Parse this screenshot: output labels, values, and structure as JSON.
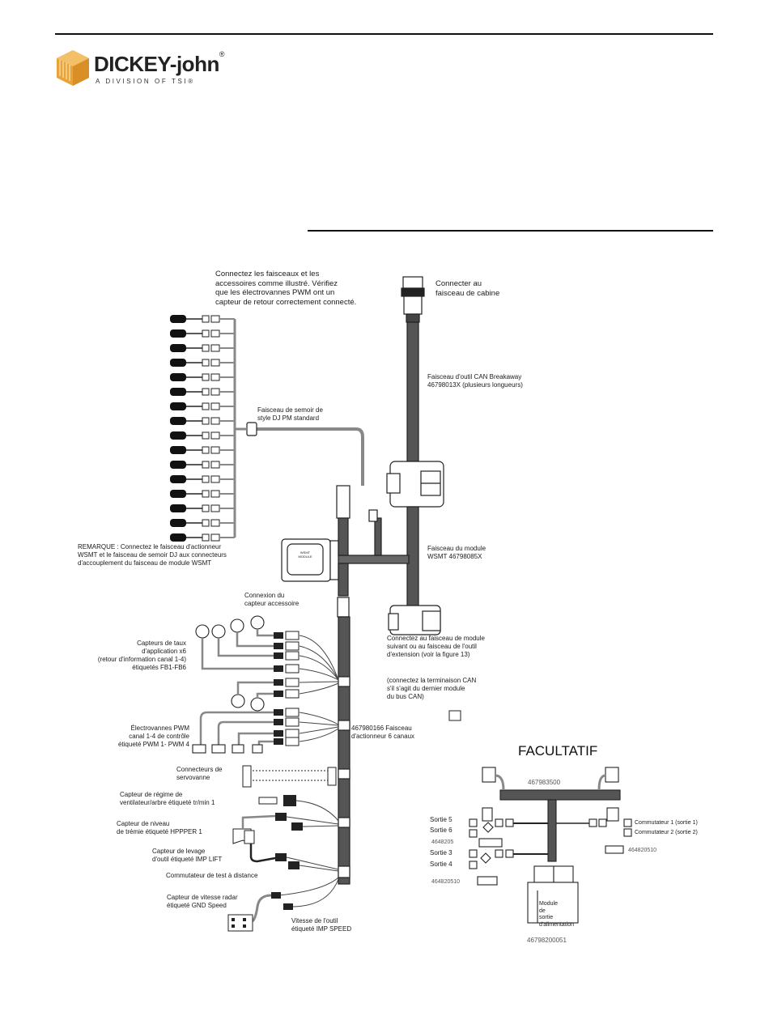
{
  "header": {
    "brand": "DICKEY-john",
    "registered_mark": "®",
    "tagline": "A DIVISION OF TSI®"
  },
  "diagram": {
    "labels": {
      "connect_note": "Connectez les faisceaux et les\naccessoires comme illustré. Vérifiez\nque les électrovannes PWM ont un\ncapteur de retour correctement connecté.",
      "cab_connect": "Connecter au\nfaisceau de cabine",
      "can_breakaway": "Faisceau d'outil CAN Breakaway\n46798013X (plusieurs longueurs)",
      "seed_harness": "Faisceau de semoir de\nstyle DJ PM standard",
      "remark": "REMARQUE : Connectez le faisceau d'actionneur\nWSMT et le faisceau de semoir DJ aux connecteurs\nd'accouplement du faisceau de module WSMT",
      "wsmt_module_harness": "Faisceau du module\nWSMT 46798085X",
      "accessory_sensor": "Connexion du\ncapteur accessoire",
      "next_module": "Connectez au faisceau de module\nsuivant ou au faisceau de l'outil\nd'extension (voir la figure 13)",
      "can_termination": "(connectez la terminaison CAN\ns'il s'agit du dernier module\ndu bus CAN)",
      "rate_sensors": "Capteurs de taux\nd'application x6\n(retour d'information canal 1-4)\nétiquetés FB1-FB6",
      "pwm_valves": "Électrovannes PWM\ncanal 1-4 de contrôle\nétiqueté PWM 1- PWM 4",
      "actuator_harness": "467980166 Faisceau\nd'actionneur 6 canaux",
      "servo_connectors": "Connecteurs de\nservovanne",
      "fan_speed": "Capteur de régime de\nventilateur/arbre étiqueté tr/min 1",
      "hopper_level": "Capteur de niveau\nde trémie étiqueté HPPPER 1",
      "implement_lift": "Capteur de levage\nd'outil étiqueté IMP LIFT",
      "remote_test": "Commutateur de test à distance",
      "radar_speed": "Capteur de vitesse radar\nétiqueté GND Speed",
      "implement_speed": "Vitesse de l'outil\nétiqueté IMP SPEED"
    },
    "optional": {
      "title": "FACULTATIF",
      "harness_part": "467983500",
      "outputs_a": [
        "Sortie 5",
        "Sortie 6"
      ],
      "part_a": "4648205",
      "outputs_b": [
        "Sortie 3",
        "Sortie 4"
      ],
      "part_b": "464820510",
      "switches": [
        "Commutateur 1 (sortie 1)",
        "Commutateur 2 (sortie 2)"
      ],
      "part_c": "464820510",
      "module_label": "Module\nde\nsortie\nd'alimentation",
      "module_part": "46798200051"
    },
    "module_face_text": "WSMT\nMODULE",
    "colors": {
      "logo_orange": "#e8a33a",
      "line": "#222222",
      "wire_gray": "#8a8a8a"
    }
  }
}
